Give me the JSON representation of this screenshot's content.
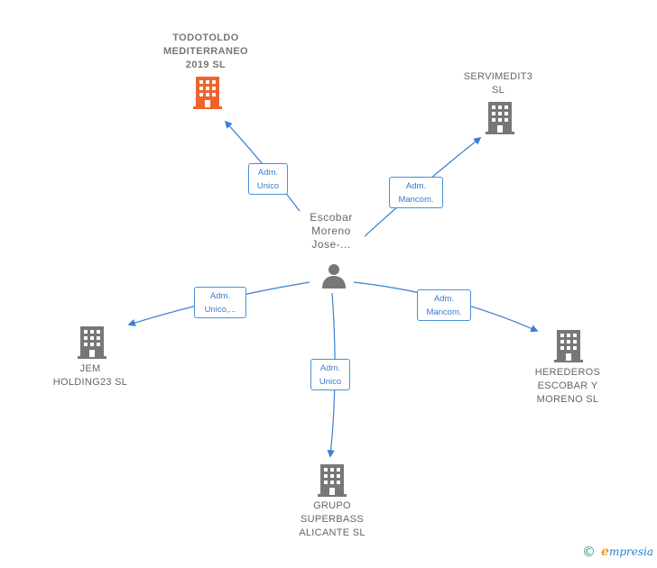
{
  "center": {
    "label": "Escobar\nMoreno\nJose-...",
    "icon": "person-icon"
  },
  "companies": [
    {
      "id": "todotoldo",
      "label": "TODOTOLDO\nMEDITERRANEO\n2019  SL",
      "icon": "building-icon",
      "color": "#f0622e",
      "highlight": true
    },
    {
      "id": "servimedit3",
      "label": "SERVIMEDIT3\nSL",
      "icon": "building-icon",
      "color": "#777777"
    },
    {
      "id": "jem",
      "label": "JEM\nHOLDING23  SL",
      "icon": "building-icon",
      "color": "#777777"
    },
    {
      "id": "herederos",
      "label": "HEREDEROS\nESCOBAR Y\nMORENO SL",
      "icon": "building-icon",
      "color": "#777777"
    },
    {
      "id": "grupo",
      "label": "GRUPO\nSUPERBASS\nALICANTE SL",
      "icon": "building-icon",
      "color": "#777777"
    }
  ],
  "relations": [
    {
      "to": "todotoldo",
      "label": "Adm.\nUnico"
    },
    {
      "to": "servimedit3",
      "label": "Adm.\nMancom."
    },
    {
      "to": "jem",
      "label": "Adm.\nUnico,..."
    },
    {
      "to": "herederos",
      "label": "Adm.\nMancom."
    },
    {
      "to": "grupo",
      "label": "Adm.\nUnico"
    }
  ],
  "colors": {
    "edge": "#3a7fd0",
    "building": "#777777",
    "highlight": "#f0622e"
  },
  "footer": {
    "copyright": "©",
    "brand_initial": "e",
    "brand_rest": "mpresia"
  }
}
